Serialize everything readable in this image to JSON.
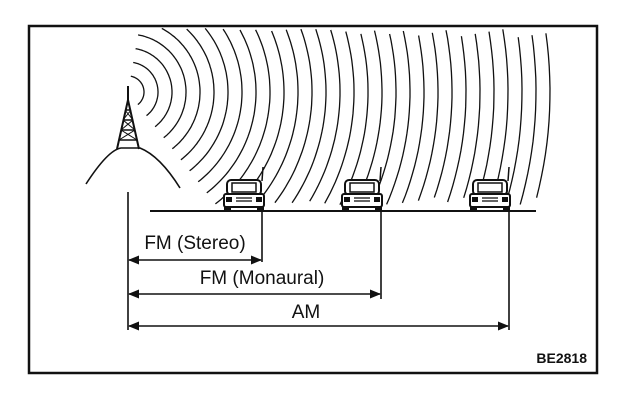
{
  "diagram": {
    "figure_id": "BE2818",
    "ranges": [
      {
        "label": "FM (Stereo)"
      },
      {
        "label": "FM (Monaural)"
      },
      {
        "label": "AM"
      }
    ]
  },
  "colors": {
    "ink": "#111111",
    "background": "#ffffff"
  },
  "icons": {
    "transmitter": "radio-tower-icon",
    "vehicle": "car-front-icon"
  }
}
